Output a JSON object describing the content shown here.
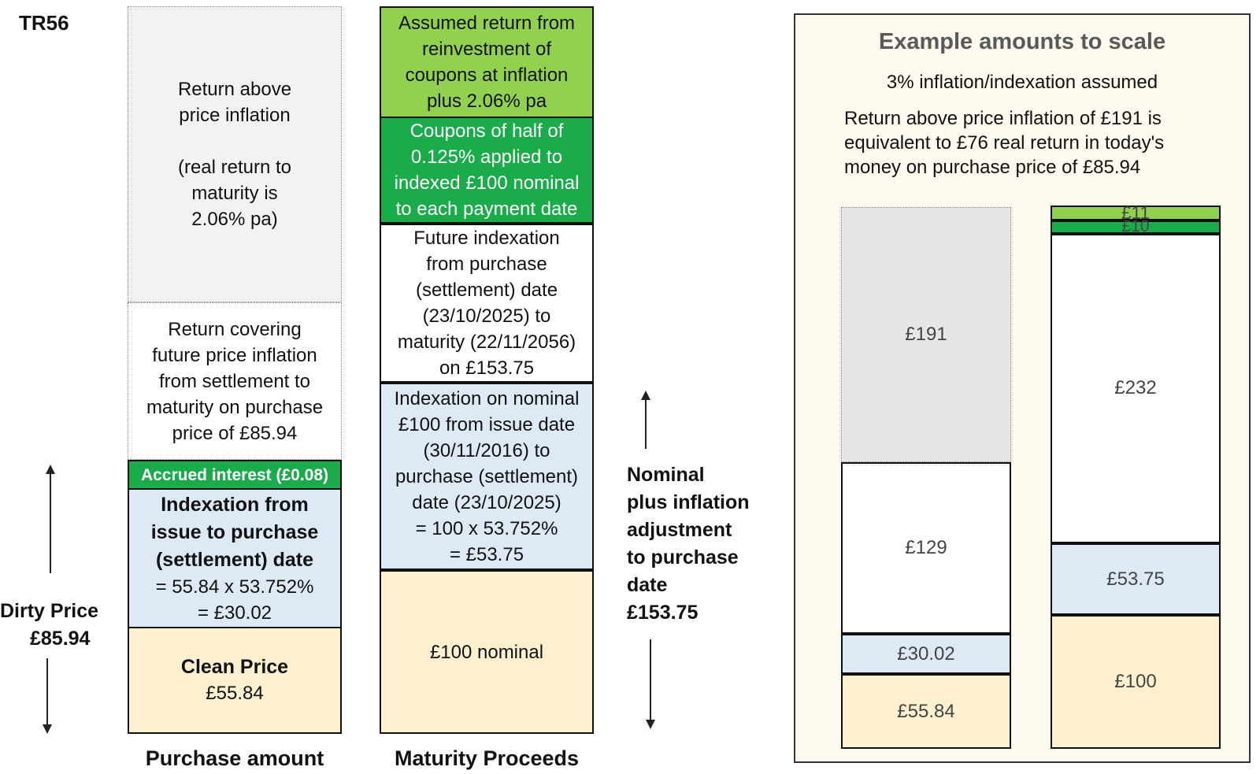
{
  "tag": "TR56",
  "purchase": {
    "real_return": "Return above\nprice inflation\n\n(real return to\nmaturity is\n2.06% pa)",
    "future_inflation": "Return covering\nfuture price inflation\nfrom settlement to\nmaturity on purchase\nprice of £85.94",
    "accrued": "Accrued interest (£0.08)",
    "indexation_title": "Indexation from\nissue to purchase\n(settlement) date",
    "indexation_calc": "= 55.84 x 53.752%\n= £30.02",
    "clean_title": "Clean Price",
    "clean_value": "£55.84",
    "label": "Purchase amount"
  },
  "maturity": {
    "reinvest": "Assumed return from\nreinvestment of\ncoupons at inflation\nplus 2.06% pa",
    "coupons": "Coupons of half of\n0.125% applied to\nindexed £100 nominal\nto each payment date",
    "future_index": "Future indexation\nfrom purchase\n(settlement) date\n(23/10/2025) to\nmaturity (22/11/2056)\non £153.75",
    "indexation": "Indexation on nominal\n£100 from issue date\n(30/11/2016) to\npurchase (settlement)\ndate (23/10/2025)\n= 100 x 53.752%\n= £53.75",
    "nominal": "£100 nominal",
    "label": "Maturity Proceeds"
  },
  "dirty_price": {
    "label": "Dirty Price",
    "value": "£85.94"
  },
  "nominal_plus": {
    "text": "Nominal\nplus inflation\nadjustment\nto purchase\ndate\n£153.75"
  },
  "scale_panel": {
    "title": "Example amounts to scale",
    "subtitle": "3% inflation/indexation assumed",
    "note": "Return above price inflation of £191 is\nequivalent to £76 real return in today's\nmoney on purchase price of £85.94",
    "left_bar": [
      {
        "label": "£55.84",
        "value": 55.84,
        "color": "#fdf0cf"
      },
      {
        "label": "£30.02",
        "value": 30.02,
        "color": "#dde9f5"
      },
      {
        "label": "£129",
        "value": 129,
        "color": "#ffffff"
      },
      {
        "label": "£191",
        "value": 191,
        "color": "#e6e6e6"
      }
    ],
    "right_bar": [
      {
        "label": "£100",
        "value": 100,
        "color": "#fdf0cf"
      },
      {
        "label": "£53.75",
        "value": 53.75,
        "color": "#dde9f5"
      },
      {
        "label": "£232",
        "value": 232,
        "color": "#ffffff"
      },
      {
        "label": "£10",
        "value": 10,
        "color": "#1aab4b"
      },
      {
        "label": "£11",
        "value": 11,
        "color": "#92d050"
      }
    ]
  },
  "colors": {
    "gray": "#f2f2f2",
    "green_light": "#92d050",
    "green_dark": "#1aab4b",
    "blue_light": "#dde9f5",
    "cream": "#fdf0cf"
  }
}
